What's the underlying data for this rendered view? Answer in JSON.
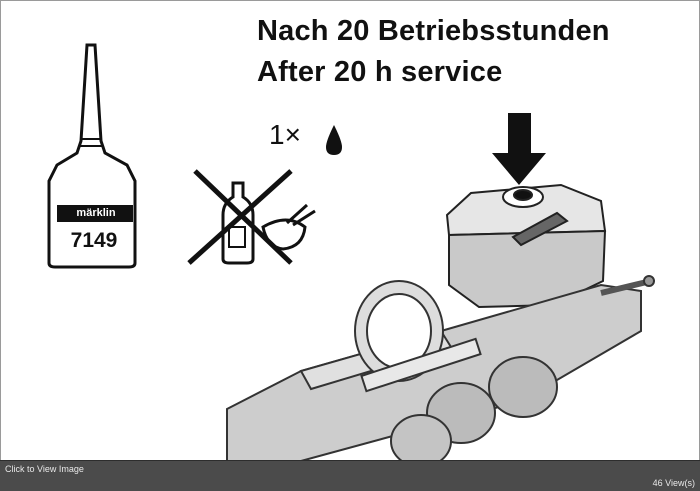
{
  "image": {
    "heading_de": "Nach 20 Betriebsstunden",
    "heading_en": "After 20 h service",
    "dose_label": "1×",
    "bottle_brand": "märklin",
    "bottle_code": "7149"
  },
  "footer": {
    "click_label": "Click to View Image",
    "views": "46 View(s)"
  }
}
